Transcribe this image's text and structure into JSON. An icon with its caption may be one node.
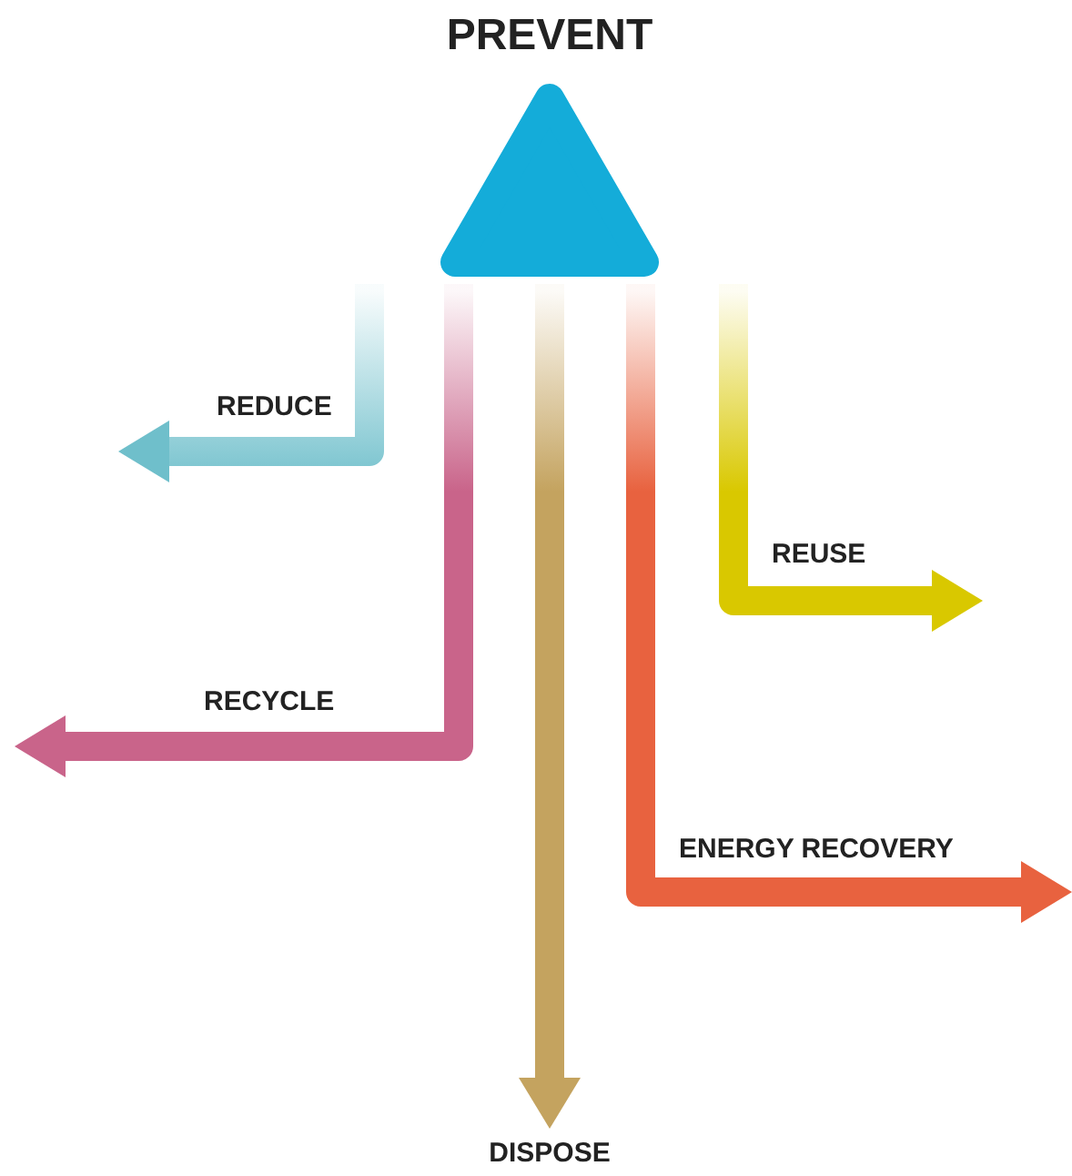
{
  "diagram": {
    "nodes": [
      {
        "text": [
          "PREVENT"
        ]
      },
      {
        "text": [
          "DISPOSE"
        ]
      }
    ],
    "edges": [
      {
        "from": 0,
        "to": null,
        "arrow": "to",
        "label": "REDUCE",
        "color": "#6fbfcb"
      },
      {
        "from": 0,
        "to": null,
        "arrow": "to",
        "label": "RECYCLE",
        "color": "#c9648a"
      },
      {
        "from": 0,
        "to": 1,
        "arrow": "to",
        "color": "#c4a35f"
      },
      {
        "from": 0,
        "to": null,
        "arrow": "to",
        "label": "ENERGY RECOVERY",
        "color": "#e8623f"
      },
      {
        "from": 0,
        "to": null,
        "arrow": "to",
        "label": "REUSE",
        "color": "#d9c800"
      }
    ]
  }
}
